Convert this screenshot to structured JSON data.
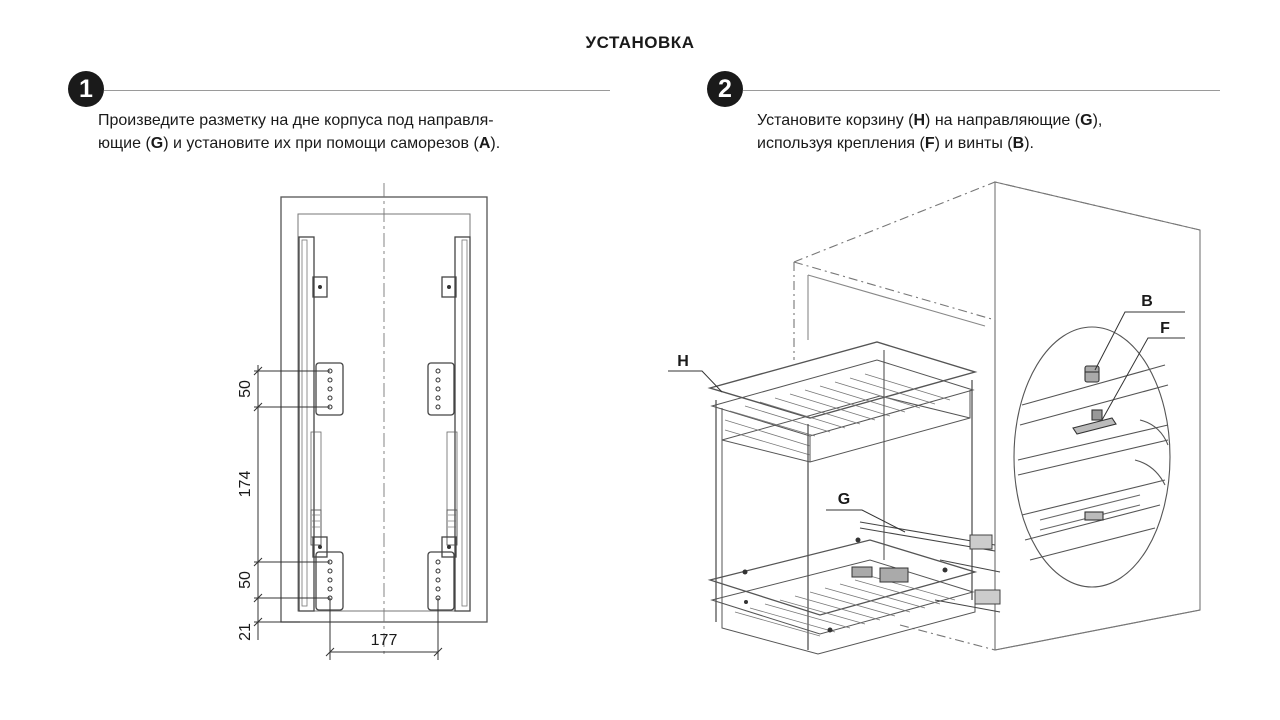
{
  "title": "УСТАНОВКА",
  "step1": {
    "number": "1",
    "line1": "Произведите разметку на дне корпуса под направля-",
    "line2_a": "ющие (",
    "line2_g": "G",
    "line2_b": ") и установите их при помощи саморезов (",
    "line2_ref": "A",
    "line2_c": ")."
  },
  "step2": {
    "number": "2",
    "line1_a": "Установите корзину (",
    "line1_h": "H",
    "line1_b": ") на направляющие (",
    "line1_g": "G",
    "line1_c": "),",
    "line2_a": "используя крепления (",
    "line2_f": "F",
    "line2_b": ") и винты (",
    "line2_ref": "B",
    "line2_c": ")."
  },
  "dimensions": {
    "d50_top": "50",
    "d174": "174",
    "d50_bottom": "50",
    "d21": "21",
    "d177": "177"
  },
  "callouts": {
    "H": "H",
    "G": "G",
    "B": "B",
    "F": "F"
  },
  "colors": {
    "ink": "#1a1a1a",
    "line_gray": "#9a9a9a"
  }
}
